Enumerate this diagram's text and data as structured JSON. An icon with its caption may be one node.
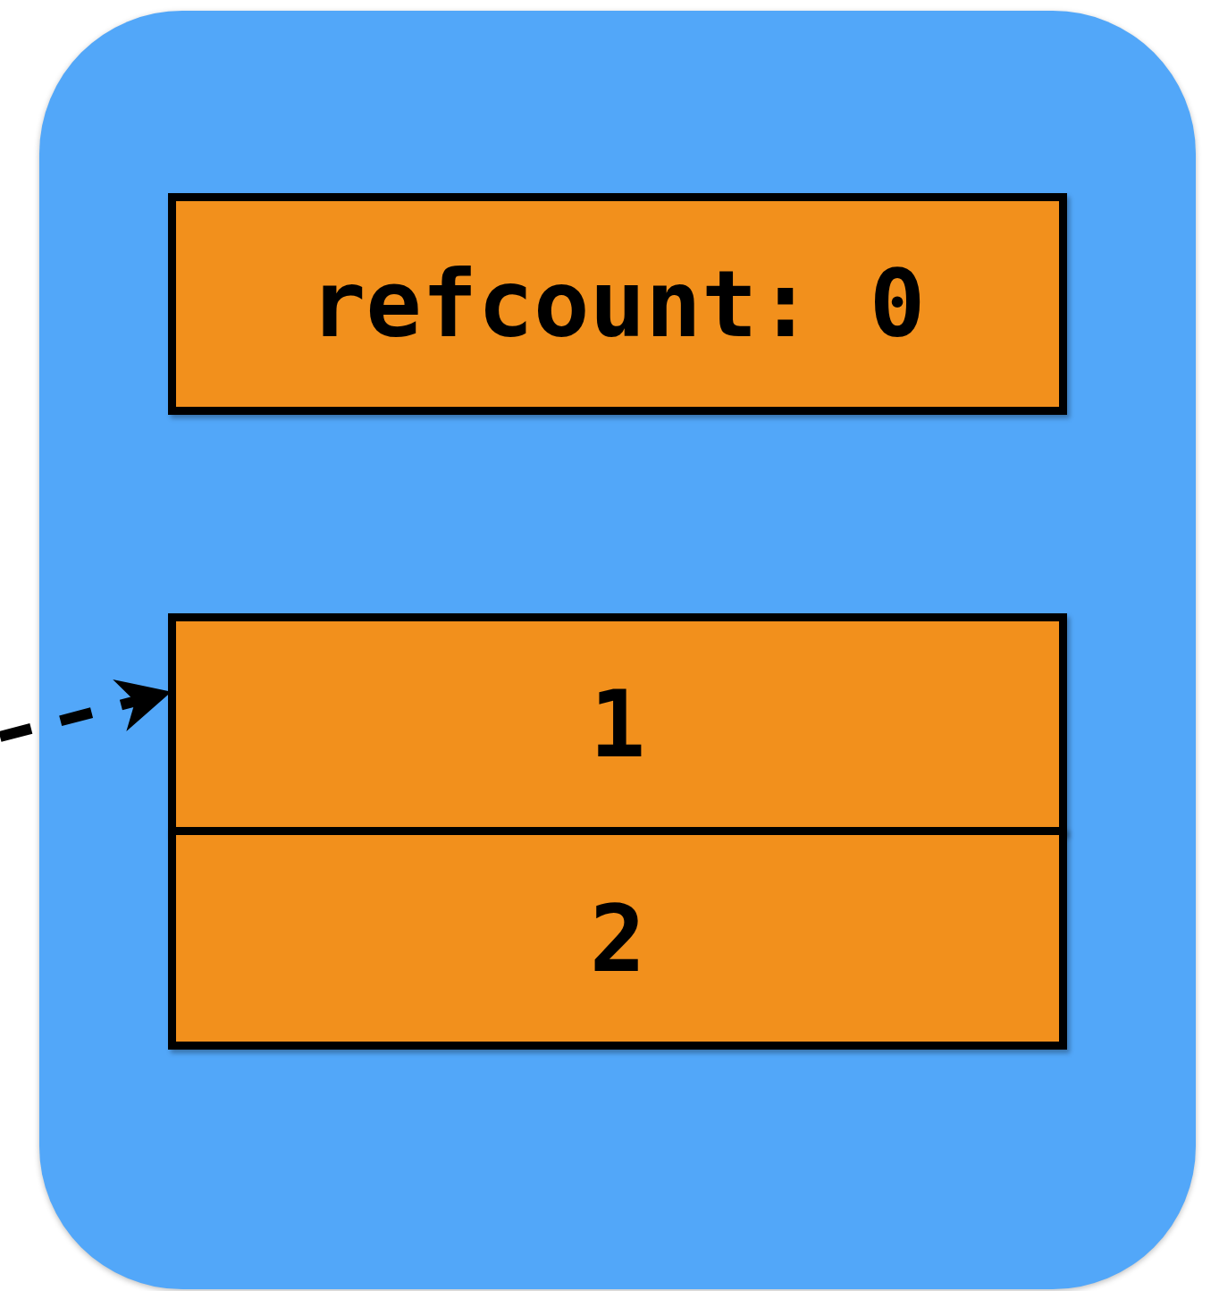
{
  "diagram": {
    "nodes": [
      {
        "text": [],
        "shape": "box"
      },
      {
        "text": [
          "refcount: 0"
        ],
        "in": 0
      },
      {
        "text": [
          "1"
        ],
        "in": 0
      },
      {
        "text": [
          "2"
        ],
        "in": 0
      }
    ],
    "edges": [
      {
        "from": null,
        "to": 2,
        "arrow": "to",
        "style": "dashed"
      }
    ]
  }
}
